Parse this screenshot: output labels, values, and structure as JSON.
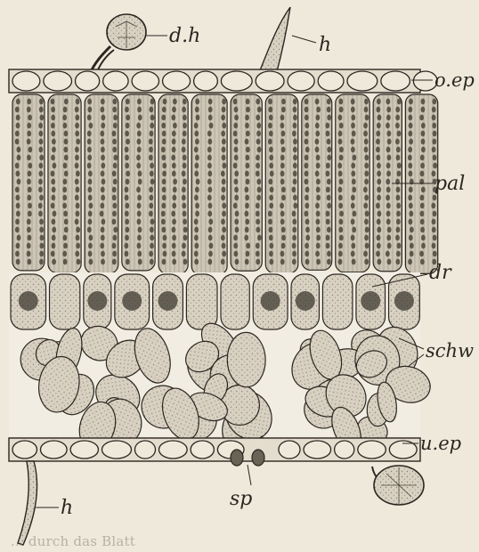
{
  "labels": {
    "dh": "d.h",
    "h_top": "h",
    "oep": "o.ep",
    "pal": "pal",
    "dr": "dr",
    "schw": "schw",
    "uep": "u.ep",
    "sp": "sp",
    "h_bottom": "h"
  },
  "caption": "... durch das Blatt",
  "colors": {
    "background": "#efe9dc",
    "ink": "#2b2620",
    "cell_fill": "#d9d2c4",
    "chloroplast": "#5e574c"
  }
}
